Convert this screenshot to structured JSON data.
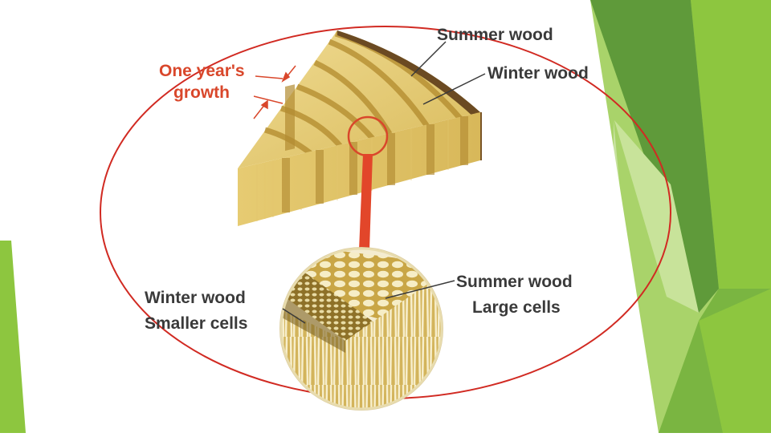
{
  "colors": {
    "accent_green_dark": "#5f9a3a",
    "accent_green": "#8dc63f",
    "accent_green_light": "#c8e39a",
    "ellipse_red": "#d12a22",
    "annotation_red": "#d9472b",
    "wood_light": "#e8cf7c",
    "wood_mid": "#cfae4e",
    "wood_dark": "#8a6a22",
    "bark": "#6b4a22",
    "label_text": "#3a3a3a"
  },
  "diagram": {
    "labels": {
      "summer_wood_top": "Summer wood",
      "winter_wood_top": "Winter wood",
      "one_years_line1": "One year's",
      "one_years_line2": "growth",
      "winter_wood_bottom": "Winter wood",
      "smaller_cells": "Smaller cells",
      "summer_wood_bottom": "Summer wood",
      "large_cells": "Large cells"
    }
  },
  "icons": {
    "wood_wedge": "wood-wedge-illustration",
    "cell_closeup": "magnified-cells-illustration"
  }
}
